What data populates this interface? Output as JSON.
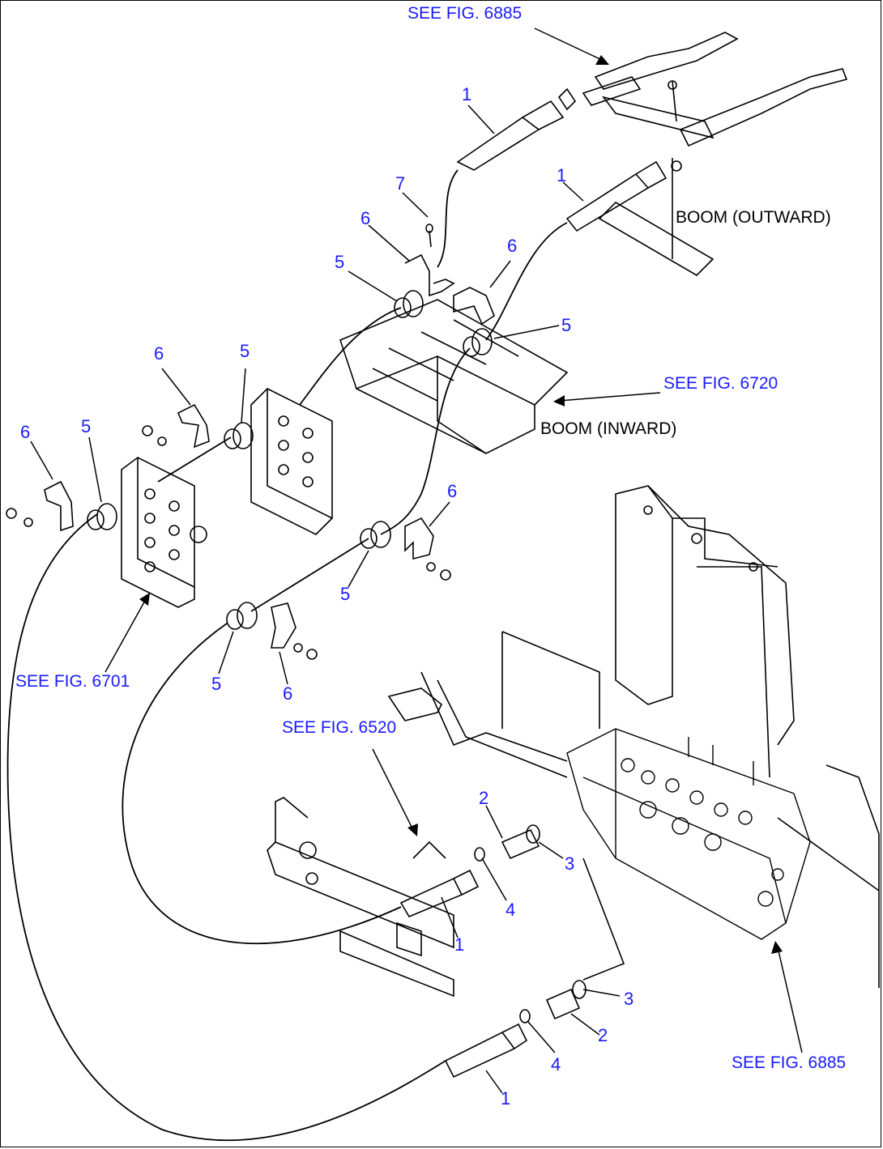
{
  "colors": {
    "callout": "#1a1aff",
    "text": "#000000",
    "line": "#000000",
    "background": "#ffffff"
  },
  "references": {
    "fig6885_top": "SEE FIG. 6885",
    "fig6720": "SEE FIG. 6720",
    "fig6701": "SEE FIG. 6701",
    "fig6520": "SEE FIG. 6520",
    "fig6885_bottom": "SEE FIG. 6885"
  },
  "notes": {
    "boom_outward": "BOOM (OUTWARD)",
    "boom_inward": "BOOM (INWARD)"
  },
  "parts": {
    "p1": "1",
    "p2": "2",
    "p3": "3",
    "p4": "4",
    "p5": "5",
    "p6": "6",
    "p7": "7"
  }
}
